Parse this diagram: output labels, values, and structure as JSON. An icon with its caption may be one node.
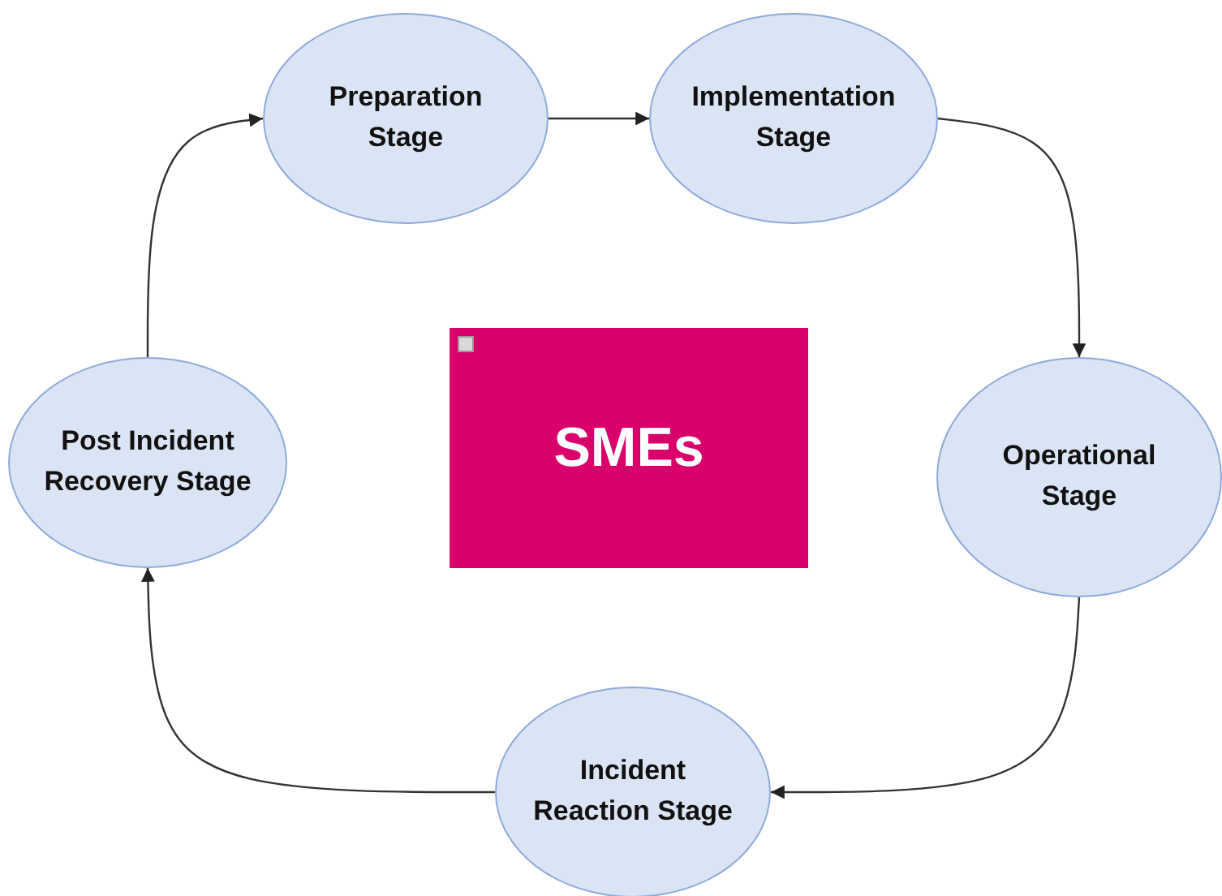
{
  "diagram": {
    "nodes": [
      {
        "text": [
          "Preparation Stage"
        ]
      },
      {
        "text": [
          "Implementation Stage"
        ]
      },
      {
        "text": [
          "Operational Stage"
        ]
      },
      {
        "text": [
          "Incident Reaction Stage"
        ]
      },
      {
        "text": [
          "Post Incident Recovery Stage"
        ]
      },
      {
        "text": [
          "SMEs"
        ]
      }
    ],
    "edges": [
      {
        "from": 0,
        "to": 1,
        "arrow": "to"
      },
      {
        "from": 1,
        "to": 2,
        "arrow": "to"
      },
      {
        "from": 2,
        "to": 3,
        "arrow": "to"
      },
      {
        "from": 3,
        "to": 4,
        "arrow": "to"
      },
      {
        "from": 4,
        "to": 0,
        "arrow": "to"
      }
    ]
  }
}
